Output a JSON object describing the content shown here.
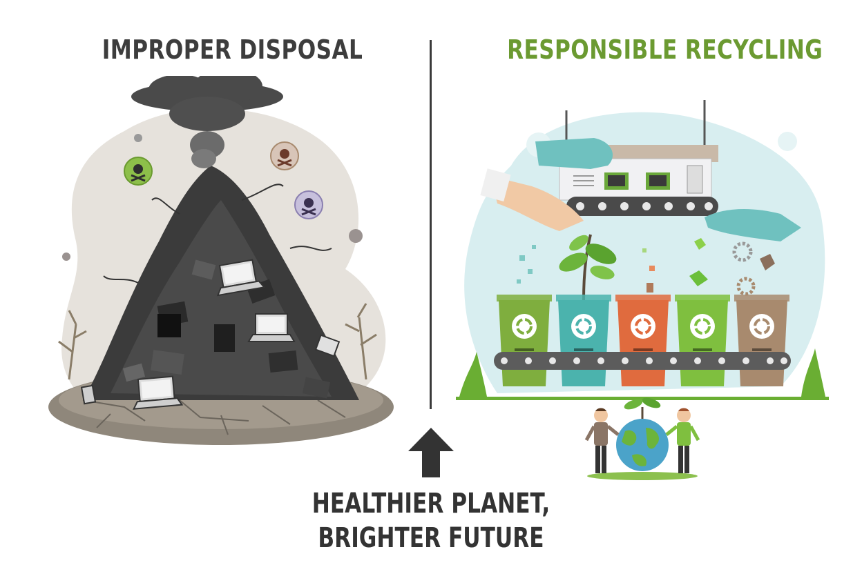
{
  "left_panel": {
    "title": "IMPROPER DISPOSAL",
    "title_color": "#3d3d3d",
    "hazard_icons": [
      "skull-crossbones-icon",
      "skull-crossbones-icon",
      "skull-crossbones-icon"
    ]
  },
  "right_panel": {
    "title": "RESPONSIBLE RECYCLING",
    "title_color": "#6b9a31",
    "bin_colors": [
      "#7fae3e",
      "#4bb3ad",
      "#e06b3e",
      "#7fbf3f",
      "#a88a6e"
    ],
    "bin_icons": [
      "recycle-icon",
      "recycle-icon",
      "recycle-icon",
      "recycle-icon",
      "recycle-icon"
    ]
  },
  "center": {
    "arrow_icon": "arrow-up-icon",
    "caption_line1": "HEALTHIER PLANET,",
    "caption_line2": "BRIGHTER FUTURE"
  }
}
